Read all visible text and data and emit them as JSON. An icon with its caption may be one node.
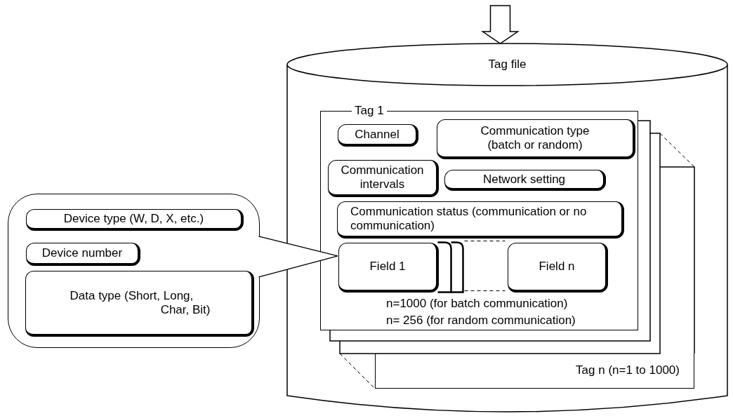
{
  "diagram": {
    "nodes": [
      {
        "text": [
          "Tag file"
        ]
      },
      {
        "text": [
          "Tag 1",
          "n=1000 (for batch communication)",
          "n= 256 (for random communication)"
        ],
        "in": 0
      },
      {
        "text": [
          "Channel"
        ],
        "in": 1
      },
      {
        "text": [
          "Communication type (batch or random)"
        ],
        "in": 1
      },
      {
        "text": [
          "Communication intervals"
        ],
        "in": 1
      },
      {
        "text": [
          "Network setting"
        ],
        "in": 1
      },
      {
        "text": [
          "Communication status (communication or no communication)"
        ],
        "in": 1
      },
      {
        "text": [
          "Field 1"
        ],
        "in": 1
      },
      {
        "text": [
          "Field n"
        ],
        "in": 1
      },
      {
        "text": [
          "Tag n (n=1 to 1000)"
        ],
        "in": 0
      },
      {
        "text": [],
        "shape": "box"
      },
      {
        "text": [
          "Device type (W, D, X, etc.)"
        ],
        "in": 10
      },
      {
        "text": [
          "Device number"
        ],
        "in": 10
      },
      {
        "text": [
          "Data type (Short, Long, Char, Bit)"
        ],
        "in": 10
      }
    ],
    "edges": [
      {
        "from": null,
        "to": 0,
        "arrow": "to"
      },
      {
        "from": 10,
        "to": 7,
        "arrow": "none"
      }
    ]
  }
}
